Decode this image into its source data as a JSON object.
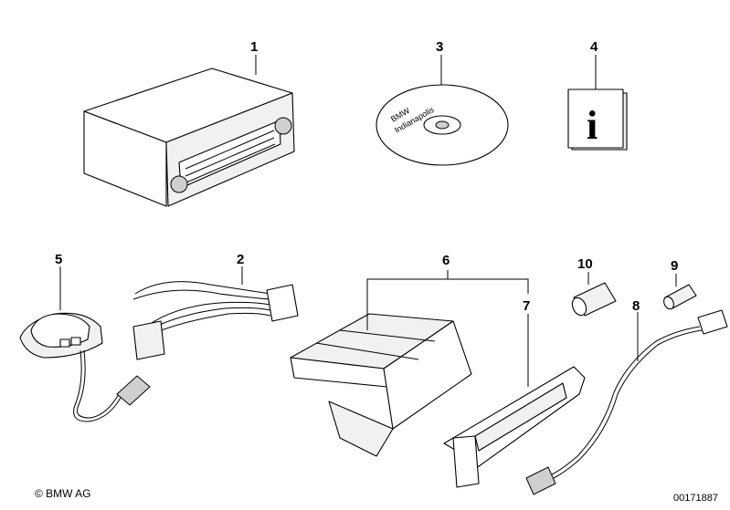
{
  "callouts": [
    {
      "id": "1",
      "label": "1"
    },
    {
      "id": "2",
      "label": "2"
    },
    {
      "id": "3",
      "label": "3"
    },
    {
      "id": "4",
      "label": "4"
    },
    {
      "id": "5",
      "label": "5"
    },
    {
      "id": "6",
      "label": "6"
    },
    {
      "id": "7",
      "label": "7"
    },
    {
      "id": "8",
      "label": "8"
    },
    {
      "id": "9",
      "label": "9"
    },
    {
      "id": "10",
      "label": "10"
    }
  ],
  "cd_label": {
    "line1": "BMW",
    "line2": "Indianapolis"
  },
  "info_icon": "i",
  "footer": {
    "copyright": "© BMW AG",
    "doc_number": "00171887"
  }
}
